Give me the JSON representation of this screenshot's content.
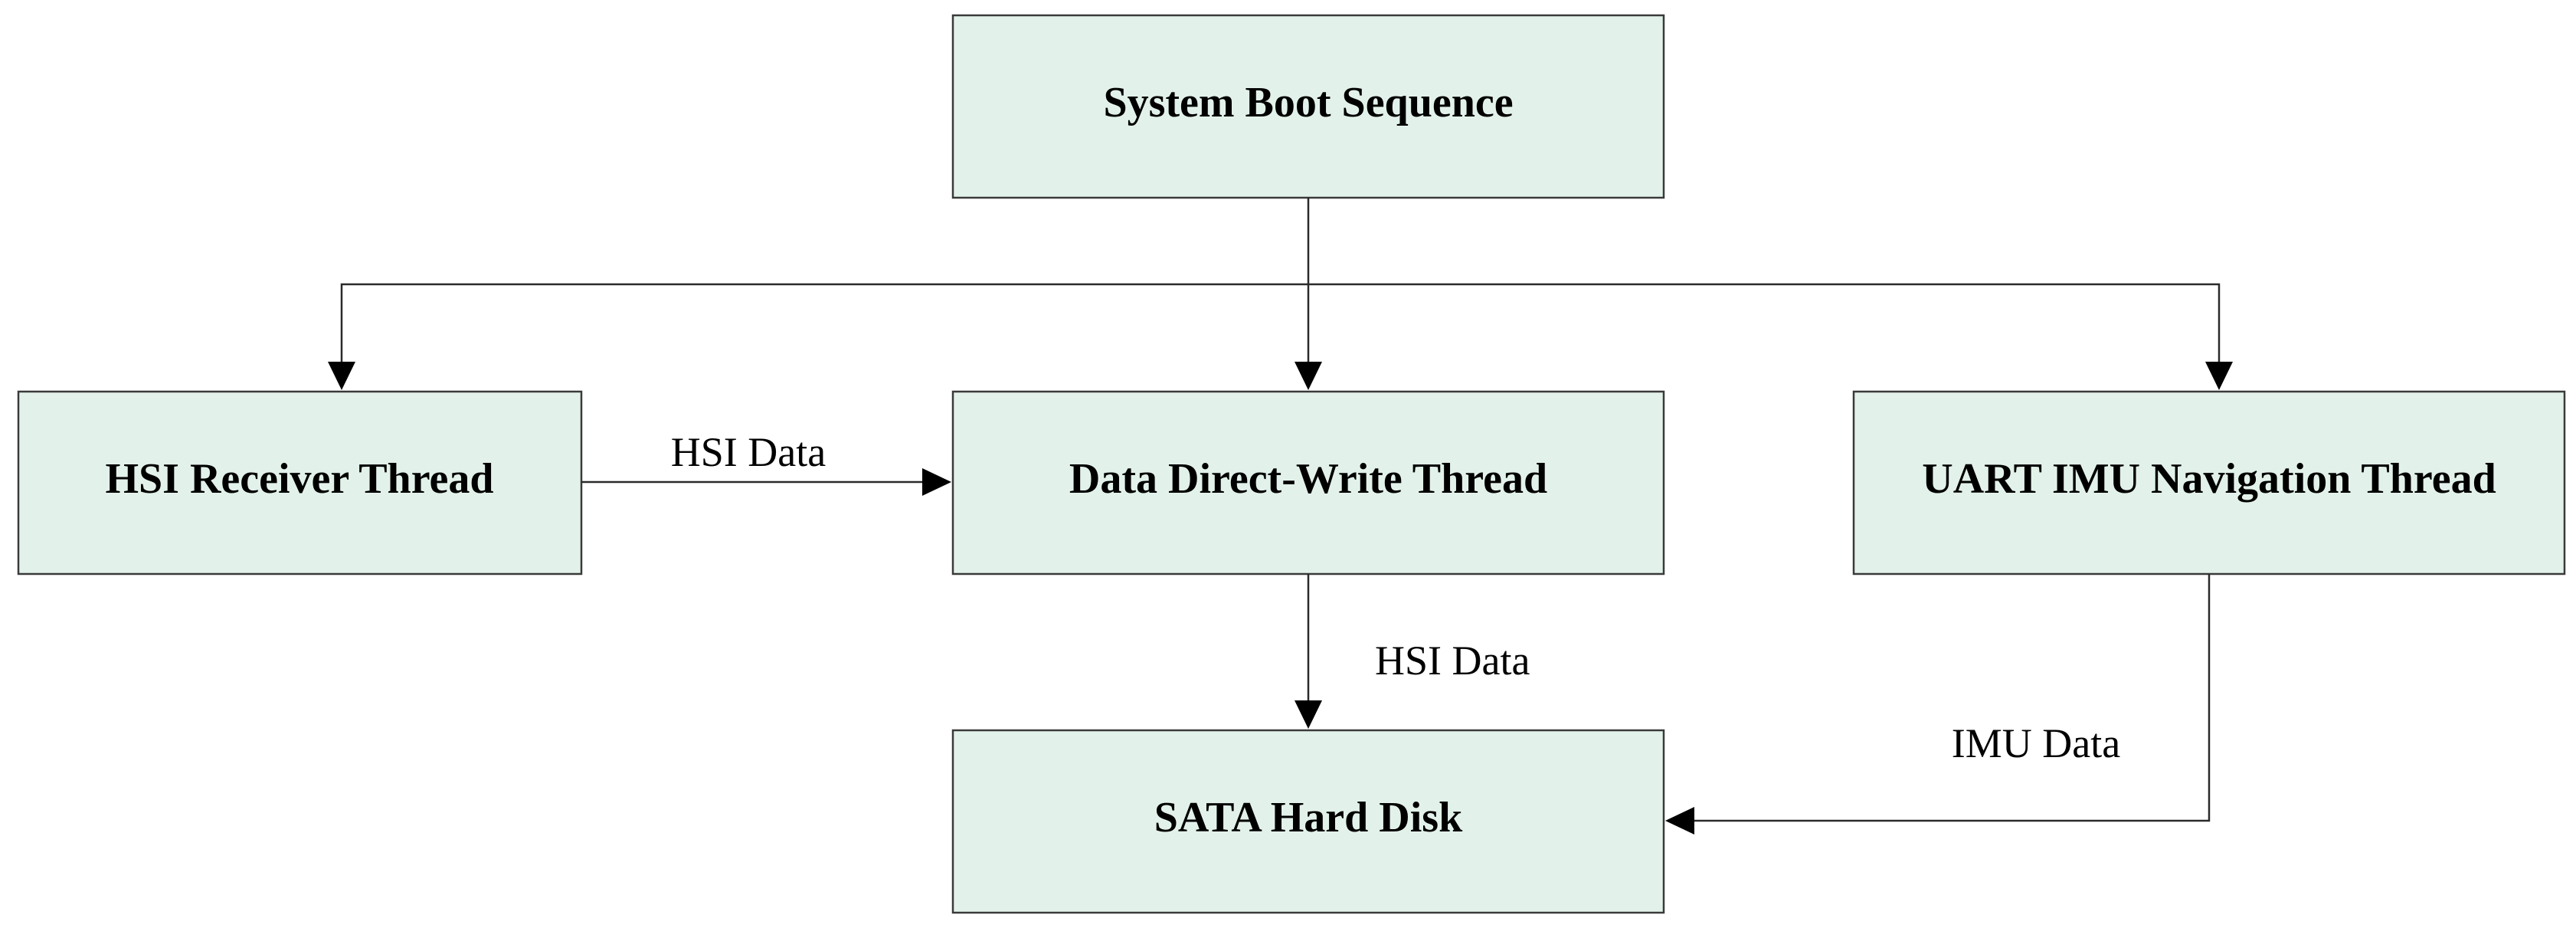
{
  "nodes": {
    "boot": {
      "label": "System Boot Sequence"
    },
    "hsi_receiver": {
      "label": "HSI Receiver Thread"
    },
    "direct_write": {
      "label": "Data Direct-Write Thread"
    },
    "uart_imu": {
      "label": "UART IMU Navigation Thread"
    },
    "sata": {
      "label": "SATA Hard Disk"
    }
  },
  "edges": {
    "receiver_to_write": {
      "from": "hsi_receiver",
      "to": "direct_write",
      "label": "HSI Data"
    },
    "write_to_sata": {
      "from": "direct_write",
      "to": "sata",
      "label": "HSI Data"
    },
    "imu_to_sata": {
      "from": "uart_imu",
      "to": "sata",
      "label": "IMU Data"
    },
    "boot_to_receiver": {
      "from": "boot",
      "to": "hsi_receiver"
    },
    "boot_to_write": {
      "from": "boot",
      "to": "direct_write"
    },
    "boot_to_imu": {
      "from": "boot",
      "to": "uart_imu"
    }
  },
  "colors": {
    "box_fill": "#e2f2ea",
    "box_stroke": "#3a3a3a",
    "line": "#2a2a2a"
  }
}
